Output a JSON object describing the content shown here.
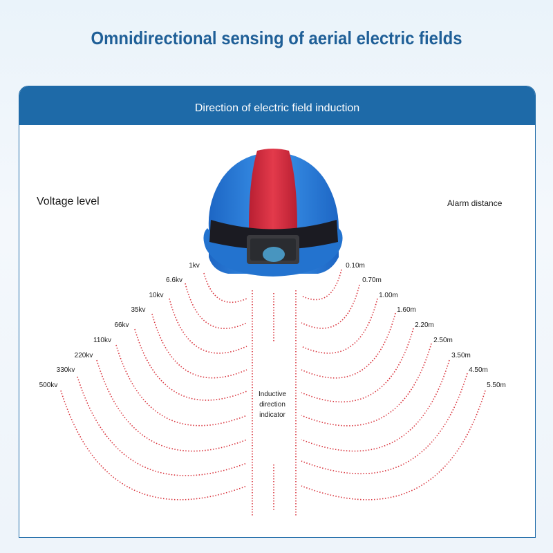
{
  "title": "Omnidirectional sensing of aerial electric fields",
  "panel": {
    "header": "Direction of electric field induction",
    "left_label": "Voltage level",
    "right_label": "Alarm distance",
    "indicator_lines": [
      "Inductive",
      "direction",
      "indicator"
    ]
  },
  "voltages": [
    "1kv",
    "6.6kv",
    "10kv",
    "35kv",
    "66kv",
    "110kv",
    "220kv",
    "330kv",
    "500kv"
  ],
  "distances": [
    "0.10m",
    "0.70m",
    "1.00m",
    "1.60m",
    "2.20m",
    "2.50m",
    "3.50m",
    "4.50m",
    "5.50m"
  ],
  "colors": {
    "header": "#1e6aa8",
    "title": "#1f5f97",
    "arc": "#d9343d",
    "helmet_shell": "#2b7fd6",
    "helmet_stripe": "#d8283d"
  }
}
